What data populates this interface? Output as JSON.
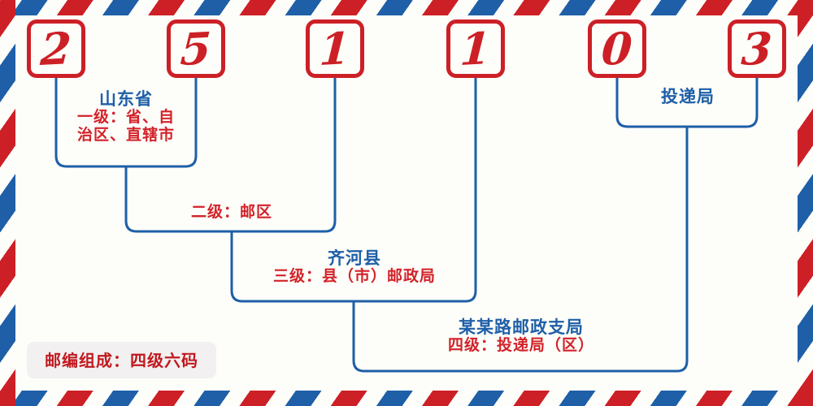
{
  "meta": {
    "background_color": "#fdfdf9",
    "accent_red": "#cc2026",
    "accent_blue": "#1e5fa8",
    "label_red": "#d32229"
  },
  "postal_code": {
    "digits": [
      {
        "value": "2",
        "index": 1
      },
      {
        "value": "5",
        "index": 2
      },
      {
        "value": "1",
        "index": 3
      },
      {
        "value": "1",
        "index": 4
      },
      {
        "value": "0",
        "index": 5
      },
      {
        "value": "3",
        "index": 6
      }
    ]
  },
  "groups": [
    {
      "id": "level-1",
      "name": "山东省",
      "desc_line1": "一级：省、自",
      "desc_line2": "治区、直辖市"
    },
    {
      "id": "level-2",
      "name": "",
      "desc_line1": "二级：邮区",
      "desc_line2": ""
    },
    {
      "id": "level-3",
      "name": "齐河县",
      "desc_line1": "三级：县（市）邮政局",
      "desc_line2": ""
    },
    {
      "id": "level-4",
      "name": "某某路邮政支局",
      "desc_line1": "四级：投递局（区）",
      "desc_line2": ""
    },
    {
      "id": "delivery-office",
      "name": "投递局",
      "desc_line1": "",
      "desc_line2": ""
    }
  ],
  "footer": {
    "badge_text": "邮编组成：四级六码"
  }
}
